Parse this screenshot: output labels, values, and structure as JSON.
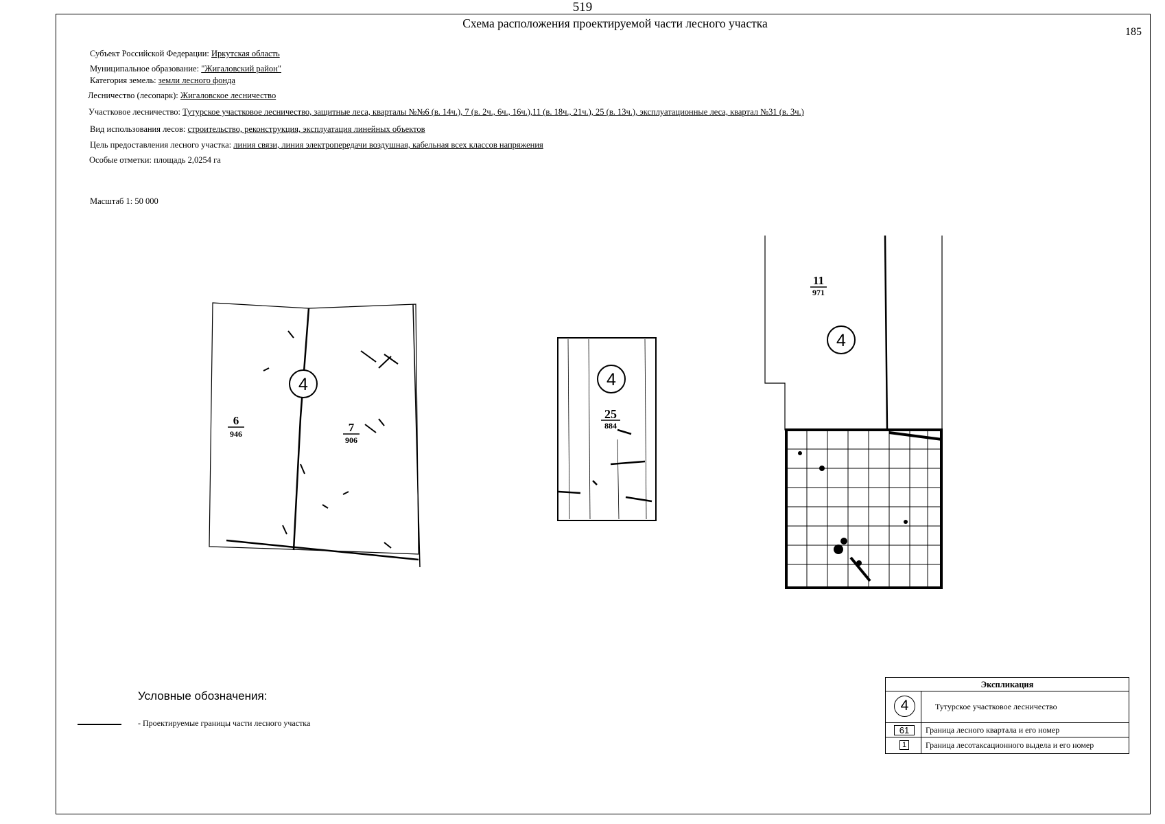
{
  "page": {
    "top_number": "519",
    "title": "Схема расположения проектируемой части лесного участка",
    "corner_number": "185"
  },
  "info": {
    "subject_label": "Субъект Российской Федерации:",
    "subject_value": "Иркутская область",
    "municipality_label": "Муниципальное образование:",
    "municipality_value": "\"Жигаловский район\"",
    "land_category_label": "Категория земель:",
    "land_category_value": "земли лесного фонда",
    "forestry_label": "Лесничество (лесопарк):",
    "forestry_value": "Жигаловское лесничество",
    "district_forestry_label": "Участковое лесничество:",
    "district_forestry_value": "Тутурское участковое лесничество, защитные леса, кварталы №№6 (в. 14ч.), 7 (в. 2ч., 6ч., 16ч.),11 (в. 18ч., 21ч.), 25 (в. 13ч.), эксплуатационные леса, квартал №31 (в. 3ч.)",
    "use_type_label": "Вид использования лесов:",
    "use_type_value": "строительство, реконструкция, эксплуатация линейных объектов",
    "purpose_label": "Цель предоставления лесного участка:",
    "purpose_value": "линия связи, линия электропередачи воздушная, кабельная всех классов напряжения",
    "notes_label": "Особые отметки:",
    "notes_value": "площадь 2,0254 га"
  },
  "scale": "Масштаб 1: 50 000",
  "map": {
    "fragments": [
      {
        "forestry_number": "4",
        "quarters": [
          {
            "number": "6",
            "area": "946"
          },
          {
            "number": "7",
            "area": "906"
          }
        ]
      },
      {
        "forestry_number": "4",
        "quarters": [
          {
            "number": "25",
            "area": "884"
          }
        ]
      },
      {
        "forestry_number": "4",
        "quarters": [
          {
            "number": "11",
            "area": "971"
          }
        ]
      }
    ]
  },
  "legend": {
    "title": "Условные обозначения:",
    "items": [
      {
        "label": "- Проектируемые границы части лесного участка"
      }
    ]
  },
  "explication": {
    "title": "Экспликация",
    "rows": [
      {
        "symbol": "4",
        "label": "Тутурское участковое лесничество"
      },
      {
        "symbol": "61",
        "label": "Граница лесного квартала и его номер"
      },
      {
        "symbol": "1",
        "label": "Граница лесотаксационного выдела и его номер"
      }
    ]
  }
}
